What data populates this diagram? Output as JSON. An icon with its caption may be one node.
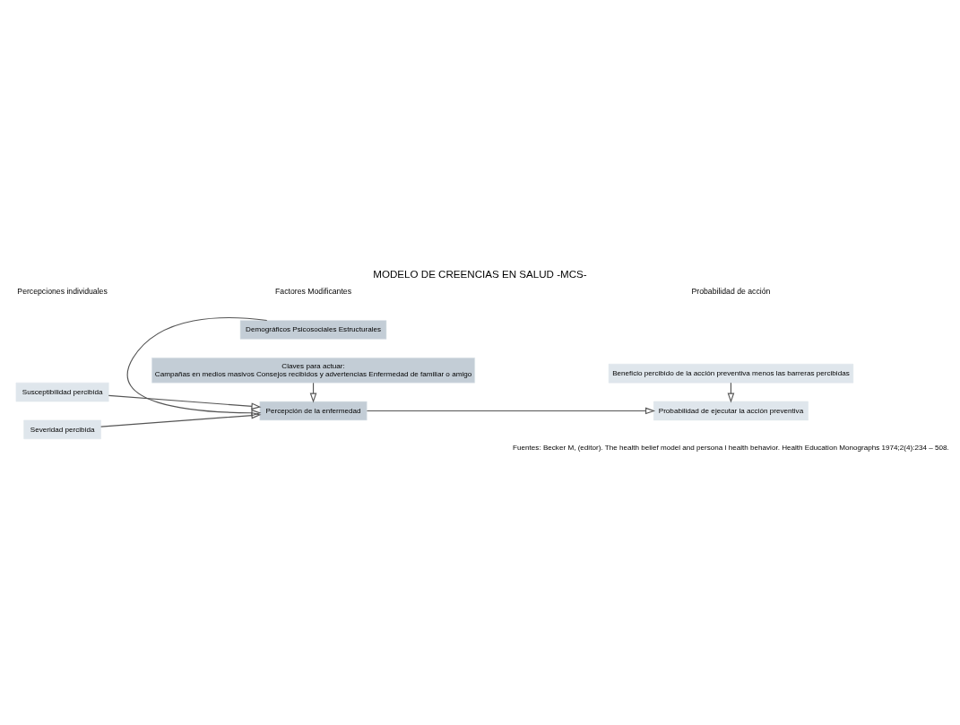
{
  "diagram": {
    "title": "MODELO DE CREENCIAS EN SALUD -MCS-",
    "caption": "Fuentes: Becker M, (editor). The health belief model and persona l health behavior. Health Education Monographs 1974;2(4):234 – 508.",
    "nodes": [
      {
        "text": [
          "Demográficos Psicosociales Estructurales"
        ]
      },
      {
        "text": [
          "Beneficio percibido de la acción preventiva menos las barreras percibidas"
        ]
      },
      {
        "text": [
          "Susceptibilidad percibida"
        ]
      },
      {
        "text": [
          "Percepción de la enfermedad"
        ]
      },
      {
        "text": [
          "Severidad percibida"
        ]
      },
      {
        "text": [
          "Probabilidad de ejecutar la acción preventiva"
        ]
      },
      {
        "text": [
          "Claves para actuar:",
          "Campañas en medios masivos Consejos recibidos y advertencias Enfermedad de familiar o amigo"
        ]
      }
    ],
    "edges": [
      {
        "from": 2,
        "to": 3,
        "arrow": "to"
      },
      {
        "from": 4,
        "to": 3,
        "arrow": "to"
      },
      {
        "from": 0,
        "to": 3,
        "arrow": "to"
      },
      {
        "from": 6,
        "to": 3,
        "arrow": "to"
      },
      {
        "from": 3,
        "to": 5,
        "arrow": "to"
      },
      {
        "from": 1,
        "to": 5,
        "arrow": "to"
      }
    ],
    "labels": [
      "Percepciones individuales",
      "Factores Modificantes",
      "Probabilidad de acción"
    ]
  }
}
